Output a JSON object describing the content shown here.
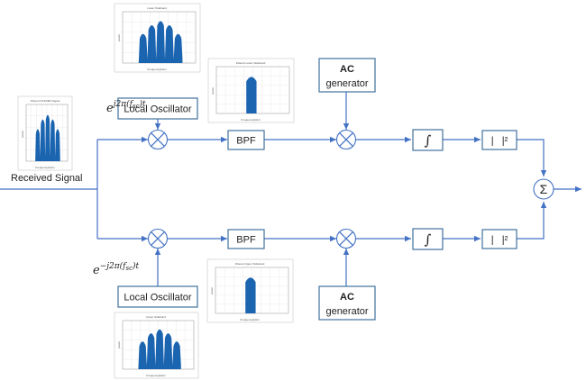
{
  "colors": {
    "wire": "#4472c4",
    "block_border": "#41719c",
    "spectrum": "#1b64b0"
  },
  "input": {
    "label": "Received Signal"
  },
  "blocks": {
    "lo_top": "Local Oscillator",
    "lo_bottom": "Local Oscillator",
    "bpf_top": "BPF",
    "bpf_bottom": "BPF",
    "ac_top": {
      "line1": "AC",
      "line2": "generator"
    },
    "ac_bottom": {
      "line1": "AC",
      "line2": "generator"
    },
    "abs_top": "|   |²",
    "abs_bottom": "|   |²",
    "integrator_symbol": "∫",
    "sum_symbol": "Σ"
  },
  "equations": {
    "top": {
      "base": "e",
      "exponent": "j2π(f",
      "sub": "sc",
      "tail": ")t"
    },
    "bottom": {
      "base": "e",
      "exponent": "−j2π(f",
      "sub": "sc",
      "tail": ")t"
    }
  },
  "spectra": {
    "received": {
      "title": "Filtered SCFDMA Signal",
      "xlabel": "Frequency(kHz)",
      "ylabel": "power",
      "icon": "spectrum-plot"
    },
    "lower_sideband": {
      "title": "Lower Sideband",
      "xlabel": "Frequency(kHz)",
      "ylabel": "power",
      "icon": "spectrum-plot"
    },
    "filtered_lower": {
      "title": "Filtered Lower Sideband",
      "xlabel": "Frequency(kHz)",
      "ylabel": "power",
      "icon": "spectrum-plot"
    },
    "filtered_upper": {
      "title": "Filtered Upper Sideband",
      "xlabel": "Frequency(kHz)",
      "ylabel": "power",
      "icon": "spectrum-plot"
    },
    "upper_sideband": {
      "title": "Upper Sideband",
      "xlabel": "Frequency(kHz)",
      "ylabel": "power",
      "icon": "spectrum-plot"
    }
  }
}
